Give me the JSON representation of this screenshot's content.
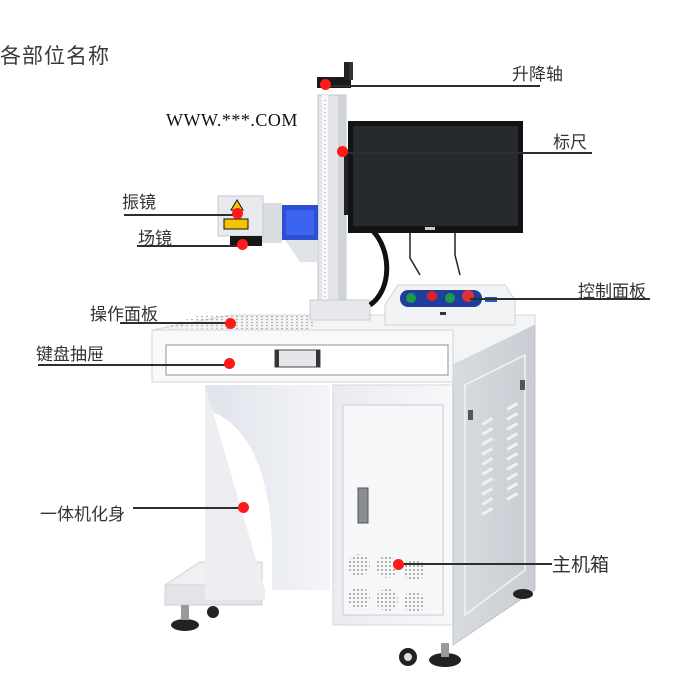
{
  "title": "各部位名称",
  "watermark": "WWW.***.COM",
  "colors": {
    "leader_line": "#2e2e2e",
    "marker_dot": "#ff1a1a",
    "machine_body": "#f2f3f5",
    "monitor": "#1f2124",
    "galvo_blue": "#2f4fd1",
    "control_panel_blue": "#1f3f9e"
  },
  "parts": [
    {
      "id": "lift-axis",
      "label": "升降轴"
    },
    {
      "id": "scale",
      "label": "标尺"
    },
    {
      "id": "galvo-mirror",
      "label": "振镜"
    },
    {
      "id": "field-lens",
      "label": "场镜"
    },
    {
      "id": "control-panel",
      "label": "控制面板"
    },
    {
      "id": "work-table",
      "label": "操作面板"
    },
    {
      "id": "keyboard-drawer",
      "label": "键盘抽屉"
    },
    {
      "id": "integrated-body",
      "label": "一体机化身"
    },
    {
      "id": "main-cabinet",
      "label": "主机箱"
    }
  ]
}
